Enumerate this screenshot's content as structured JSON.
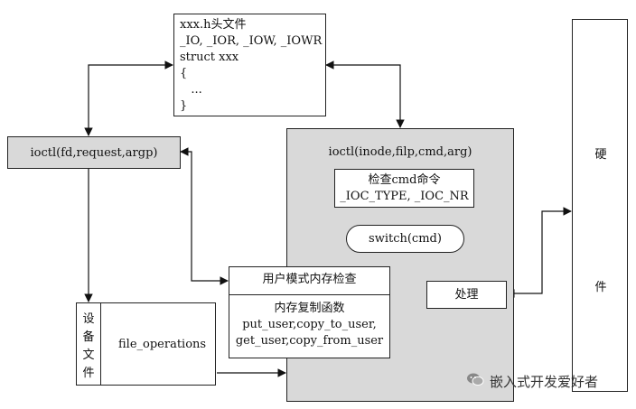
{
  "header_box": {
    "lines": [
      "xxx.h头文件",
      "_IO, _IOR, _IOW, _IOWR",
      "struct xxx",
      "{",
      "   ...",
      "}"
    ]
  },
  "ioctl_user": {
    "label": "ioctl(fd,request,argp)"
  },
  "kernel_ioctl": {
    "title": "ioctl(inode,filp,cmd,arg)",
    "check_cmd": {
      "line1": "检查cmd命令",
      "line2": "_IOC_TYPE, _IOC_NR"
    },
    "switch": "switch(cmd)",
    "process": "处理"
  },
  "user_mem_check": {
    "title": "用户模式内存检查",
    "copy_title": "内存复制函数",
    "line1": "put_user,copy_to_user,",
    "line2": "get_user,copy_from_user"
  },
  "device_file": {
    "chars": [
      "设",
      "备",
      "文",
      "件"
    ],
    "fops": "file_operations"
  },
  "hardware": {
    "chars": [
      "硬",
      "件"
    ]
  },
  "watermark": {
    "wechat": "嵌入式开发爱好者"
  }
}
